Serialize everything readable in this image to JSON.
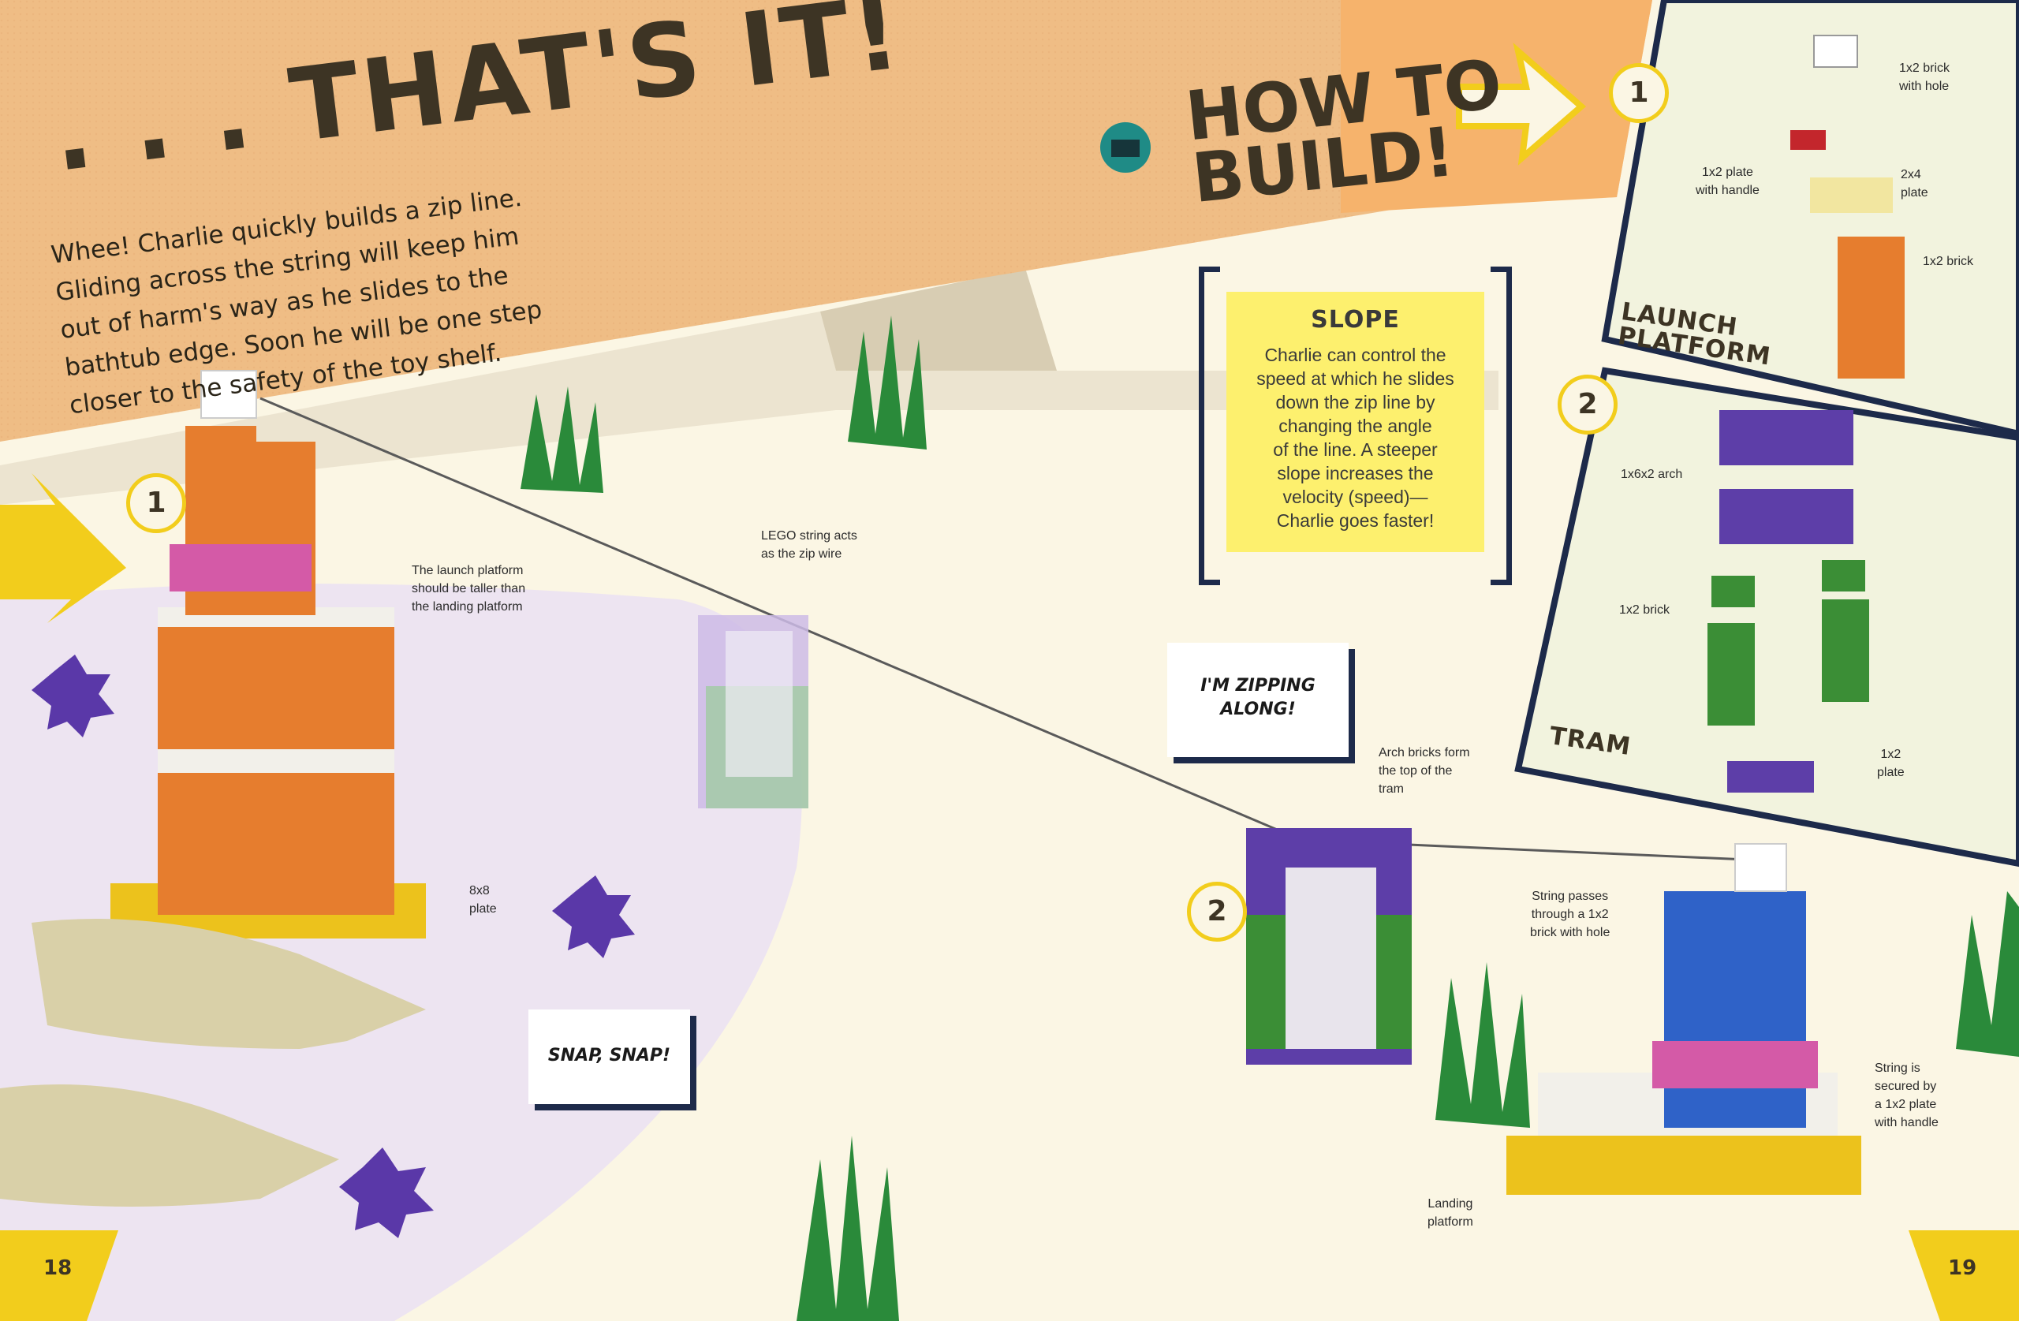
{
  "page": {
    "title": ". . . THAT'S IT!",
    "intro_lines": [
      "Whee! Charlie quickly builds a zip line.",
      "Gliding across the string will keep him",
      "out of harm's way as he slides to the",
      "bathtub edge. Soon he will be one step",
      "closer to the safety of the toy shelf."
    ],
    "how_to_build": [
      "HOW TO",
      "BUILD!"
    ],
    "page_left": "18",
    "page_right": "19"
  },
  "slope": {
    "title": "SLOPE",
    "lines": [
      "Charlie can control the",
      "speed at which he slides",
      "down the zip line by",
      "changing the angle",
      "of the line. A steeper",
      "slope increases the",
      "velocity (speed)—",
      "Charlie goes faster!"
    ]
  },
  "bubbles": {
    "zipping": [
      "I'M ZIPPING",
      "ALONG!"
    ],
    "snap": [
      "SNAP, SNAP!"
    ]
  },
  "steps": {
    "one": "1",
    "two": "2"
  },
  "callouts": {
    "launch_taller": [
      "The launch platform",
      "should be taller than",
      "the landing platform"
    ],
    "string_zip": [
      "LEGO string acts",
      "as the zip wire"
    ],
    "plate_8x8": [
      "8x8",
      "plate"
    ],
    "arch_bricks": [
      "Arch bricks form",
      "the top of the",
      "tram"
    ],
    "string_passes": [
      "String passes",
      "through a 1x2",
      "brick with hole"
    ],
    "string_secured": [
      "String is",
      "secured by",
      "a 1x2 plate",
      "with handle"
    ],
    "landing": [
      "Landing",
      "platform"
    ]
  },
  "instructions": {
    "launch_label": [
      "LAUNCH",
      "PLATFORM"
    ],
    "tram_label": [
      "TRAM"
    ],
    "brick_hole": [
      "1x2 brick",
      "with hole"
    ],
    "plate_handle": [
      "1x2 plate",
      "with handle"
    ],
    "plate_2x4": [
      "2x4",
      "plate"
    ],
    "brick_1x2_top": [
      "1x2 brick"
    ],
    "arch_1x6x2": [
      "1x6x2 arch"
    ],
    "brick_1x2_tram": [
      "1x2 brick"
    ],
    "plate_1x2": [
      "1x2",
      "plate"
    ]
  },
  "colors": {
    "banner": "#efbd85",
    "background": "#fbf6e4",
    "accent_yellow": "#f2cd1c",
    "navy_frame": "#1d2a4a",
    "panel_bg": "#f2f3de",
    "slope_box": "#fdf06e",
    "teal_icon": "#1f8b86"
  }
}
